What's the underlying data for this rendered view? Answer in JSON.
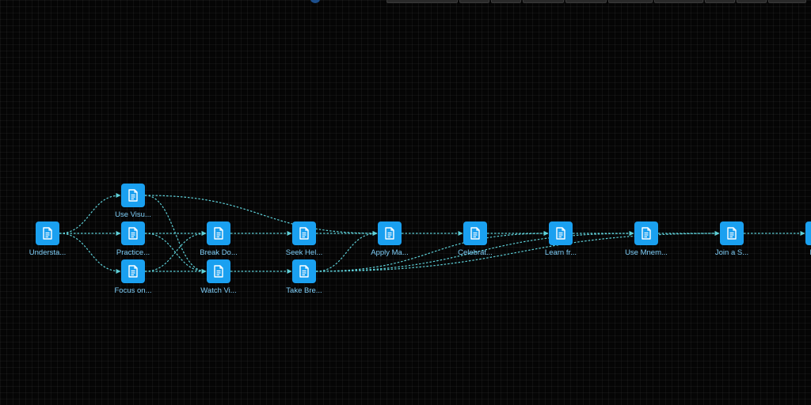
{
  "colors": {
    "background": "#050505",
    "node_fill": "#1aa0f0",
    "node_label": "#7fcff9",
    "edge": "#5ed0d8"
  },
  "node_icon": "document-icon",
  "nodes": [
    {
      "id": "n1",
      "label": "Understa..."
    },
    {
      "id": "n2",
      "label": "Use Visu..."
    },
    {
      "id": "n3",
      "label": "Practice..."
    },
    {
      "id": "n4",
      "label": "Focus on..."
    },
    {
      "id": "n5",
      "label": "Break Do..."
    },
    {
      "id": "n6",
      "label": "Watch Vi..."
    },
    {
      "id": "n7",
      "label": "Seek Hel..."
    },
    {
      "id": "n8",
      "label": "Take Bre..."
    },
    {
      "id": "n9",
      "label": "Apply Ma..."
    },
    {
      "id": "n10",
      "label": "Celebrat..."
    },
    {
      "id": "n11",
      "label": "Learn fr..."
    },
    {
      "id": "n12",
      "label": "Use Mnem..."
    },
    {
      "id": "n13",
      "label": "Join a S..."
    },
    {
      "id": "n14",
      "label": "Rew"
    }
  ],
  "edges": [
    [
      "n1",
      "n2"
    ],
    [
      "n1",
      "n3"
    ],
    [
      "n1",
      "n4"
    ],
    [
      "n2",
      "n6"
    ],
    [
      "n2",
      "n9"
    ],
    [
      "n3",
      "n5"
    ],
    [
      "n3",
      "n6"
    ],
    [
      "n4",
      "n5"
    ],
    [
      "n4",
      "n6"
    ],
    [
      "n5",
      "n7"
    ],
    [
      "n6",
      "n8"
    ],
    [
      "n7",
      "n9"
    ],
    [
      "n8",
      "n9"
    ],
    [
      "n8",
      "n11"
    ],
    [
      "n8",
      "n12"
    ],
    [
      "n8",
      "n13"
    ],
    [
      "n9",
      "n10"
    ],
    [
      "n10",
      "n11"
    ],
    [
      "n11",
      "n12"
    ],
    [
      "n12",
      "n13"
    ],
    [
      "n13",
      "n14"
    ]
  ]
}
